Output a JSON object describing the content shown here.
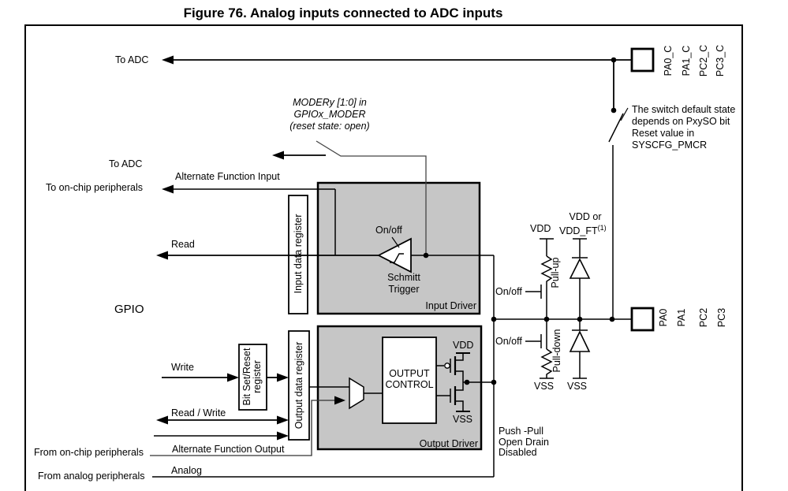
{
  "figure": {
    "title": "Figure 76. Analog inputs connected to ADC inputs"
  },
  "labels": {
    "to_adc_top": "To ADC",
    "to_adc_mid": "To ADC",
    "to_onchip": "To on-chip peripherals",
    "af_input": "Alternate Function Input",
    "read": "Read",
    "gpio": "GPIO",
    "write": "Write",
    "read_write": "Read / Write",
    "af_output": "Alternate Function Output",
    "from_onchip": "From on-chip peripherals",
    "analog": "Analog",
    "from_analog": "From analog peripherals",
    "on_off_schmitt": "On/off",
    "on_off_pullup": "On/off",
    "on_off_pulldown": "On/off",
    "schmitt_line1": "Schmitt",
    "schmitt_line2": "Trigger",
    "input_driver": "Input Driver",
    "output_driver": "Output Driver",
    "input_data_register": "Input data register",
    "output_data_register": "Output data register",
    "bsr_line1": "Bit Set/Reset",
    "bsr_line2": "register",
    "output_control_line1": "OUTPUT",
    "output_control_line2": "CONTROL",
    "pull_up": "Pull-up",
    "pull_down": "Pull-down",
    "vdd_pullup": "VDD",
    "vdd_or": "VDD or",
    "vdd_ft": "VDD_FT",
    "vdd_ft_sup": "(1)",
    "vdd_pmos": "VDD",
    "vss_nmos": "VSS",
    "vss_pulldown": "VSS",
    "vss_diode": "VSS",
    "push_pull": "Push -Pull",
    "open_drain": "Open Drain",
    "disabled": "Disabled"
  },
  "notes": {
    "moder_line1": "MODERy [1:0] in",
    "moder_line2": "GPIOx_MODER",
    "moder_line3": "(reset state: open)",
    "switch_note": "The switch default state depends on PxySO bit Reset value in SYSCFG_PMCR"
  },
  "pads": {
    "adc_labels": [
      "PA0_C",
      "PA1_C",
      "PC2_C",
      "PC3_C"
    ],
    "io_labels": [
      "PA0",
      "PA1",
      "PC2",
      "PC3"
    ]
  },
  "colors": {
    "box_fill": "#c6c6c6",
    "line": "#000000",
    "leader": "#444444"
  }
}
